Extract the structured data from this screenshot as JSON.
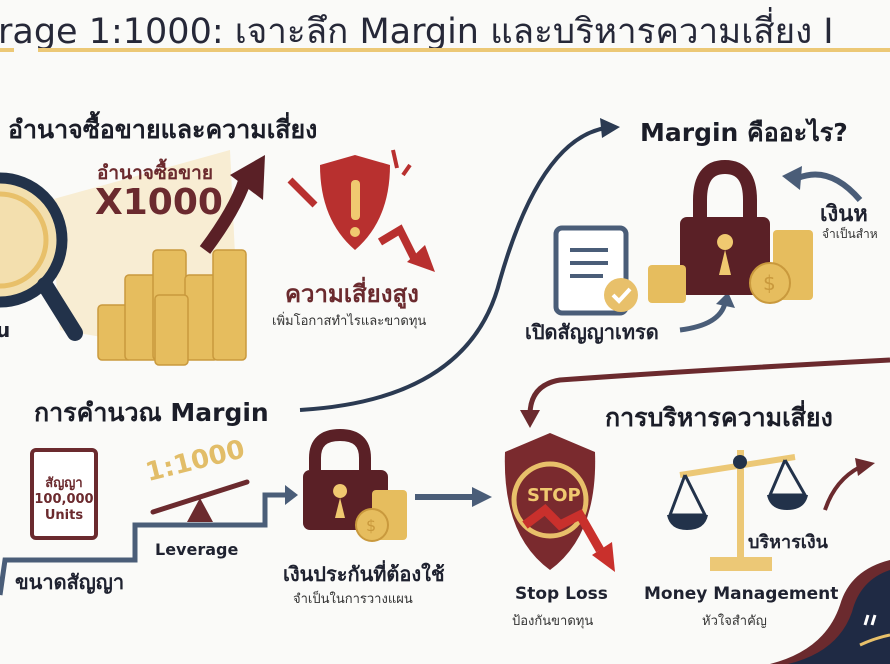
{
  "header": {
    "title": "rage 1:1000: เจาะลึก Margin และบริหารความเสี่ยง I"
  },
  "section_power": {
    "heading": "อำนาจซื้อขายและความเสี่ยง",
    "power_label": "อำนาจซื้อขาย",
    "multiplier": "X1000",
    "risk_title": "ความเสี่ยงสูง",
    "risk_sub": "เพิ่มโอกาสทำไรและขาดทุน",
    "left_fragment": "u"
  },
  "section_margin": {
    "heading": "Margin คืออะไร?",
    "open_trade": "เปิดสัญญาเทรด",
    "deposit_title": "เงินห",
    "deposit_sub": "จำเป็นสำห"
  },
  "section_calc": {
    "heading": "การคำนวณ Margin",
    "contract_doc": [
      "สัญญา",
      "100,000",
      "Units"
    ],
    "contract_label": "ขนาดสัญญา",
    "ratio": "1:1000",
    "leverage_label": "Leverage",
    "required_title": "เงินประกันที่ต้องใช้",
    "required_sub": "จำเป็นในการวางแผน"
  },
  "section_risk": {
    "heading": "การบริหารความเสี่ยง",
    "stop_sign": "STOP",
    "stop_title": "Stop Loss",
    "stop_sub": "ป้องกันขาดทุน",
    "scale_label": "บริหารเงิน",
    "mm_title": "Money Management",
    "mm_sub": "หัวใจสำคัญ"
  },
  "colors": {
    "maroon": "#6b2a2e",
    "gold": "#e8c06a",
    "navy": "#2b3a52",
    "red": "#b8302f",
    "steel": "#4a5d78"
  }
}
